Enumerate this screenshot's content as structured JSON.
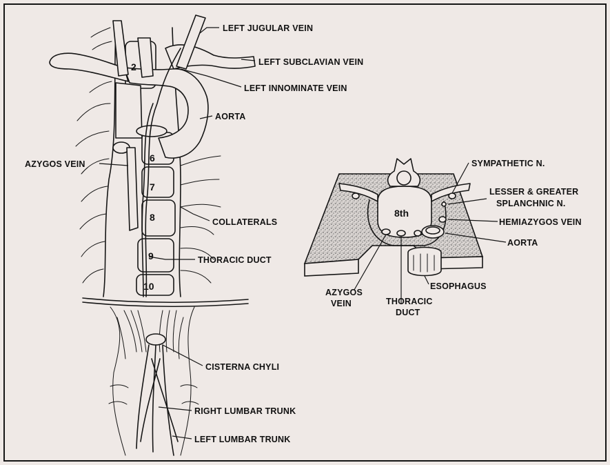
{
  "left_figure": {
    "vertebra_numbers": [
      "2",
      "6",
      "7",
      "8",
      "9",
      "10"
    ],
    "labels": {
      "left_jugular_vein": "LEFT JUGULAR VEIN",
      "left_subclavian_vein": "LEFT SUBCLAVIAN VEIN",
      "left_innominate_vein": "LEFT INNOMINATE VEIN",
      "aorta": "AORTA",
      "azygos_vein": "AZYGOS VEIN",
      "collaterals": "COLLATERALS",
      "thoracic_duct": "THORACIC DUCT",
      "cisterna_chyli": "CISTERNA CHYLI",
      "right_lumbar_trunk": "RIGHT LUMBAR TRUNK",
      "left_lumbar_trunk": "LEFT LUMBAR TRUNK"
    }
  },
  "cross_section": {
    "vertebra_label": "8th",
    "labels": {
      "sympathetic_n": "SYMPATHETIC N.",
      "splanchnic_n_line1": "LESSER & GREATER",
      "splanchnic_n_line2": "SPLANCHNIC N.",
      "hemiazygos_vein": "HEMIAZYGOS VEIN",
      "aorta": "AORTA",
      "esophagus": "ESOPHAGUS",
      "azygos_vein_line1": "AZYGOS",
      "azygos_vein_line2": "VEIN",
      "thoracic_duct_line1": "THORACIC",
      "thoracic_duct_line2": "DUCT"
    }
  },
  "colors": {
    "paper": "#efe9e6",
    "ink": "#151515",
    "stipple": "#9a9592"
  }
}
